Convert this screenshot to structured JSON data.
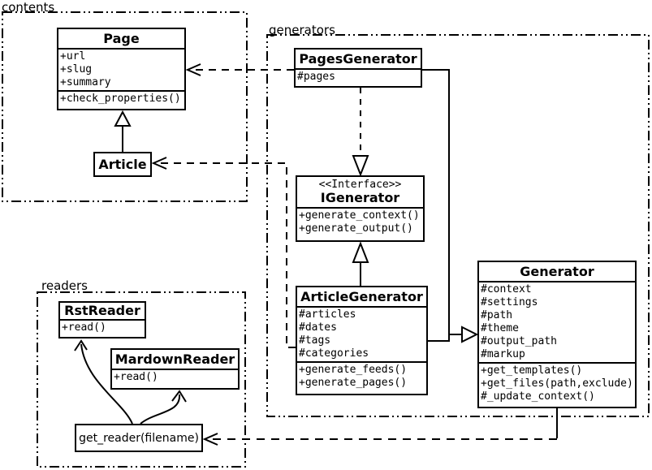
{
  "colors": {
    "line": "#000000",
    "background": "#ffffff"
  },
  "packages": {
    "contents": {
      "label": "contents"
    },
    "generators": {
      "label": "generators"
    },
    "readers": {
      "label": "readers"
    }
  },
  "classes": {
    "page": {
      "name": "Page",
      "attributes": [
        "+url",
        "+slug",
        "+summary"
      ],
      "methods": [
        "+check_properties()"
      ]
    },
    "article": {
      "name": "Article"
    },
    "pages_generator": {
      "name": "PagesGenerator",
      "attributes": [
        "#pages"
      ]
    },
    "igenerator": {
      "stereotype": "<<Interface>>",
      "name": "IGenerator",
      "methods": [
        "+generate_context()",
        "+generate_output()"
      ]
    },
    "article_generator": {
      "name": "ArticleGenerator",
      "attributes": [
        "#articles",
        "#dates",
        "#tags",
        "#categories"
      ],
      "methods": [
        "+generate_feeds()",
        "+generate_pages()"
      ]
    },
    "generator": {
      "name": "Generator",
      "attributes": [
        "#context",
        "#settings",
        "#path",
        "#theme",
        "#output_path",
        "#markup"
      ],
      "methods": [
        "+get_templates()",
        "+get_files(path,exclude)",
        "#_update_context()"
      ]
    },
    "rst_reader": {
      "name": "RstReader",
      "methods": [
        "+read()"
      ]
    },
    "mardown_reader": {
      "name": "MardownReader",
      "methods": [
        "+read()"
      ]
    },
    "get_reader": {
      "name": "get_reader(filename)"
    }
  },
  "relationships": [
    {
      "from": "Article",
      "to": "Page",
      "type": "inheritance"
    },
    {
      "from": "PagesGenerator",
      "to": "IGenerator",
      "type": "realization"
    },
    {
      "from": "ArticleGenerator",
      "to": "IGenerator",
      "type": "inheritance"
    },
    {
      "from": "PagesGenerator",
      "to": "Generator",
      "type": "inheritance"
    },
    {
      "from": "ArticleGenerator",
      "to": "Generator",
      "type": "inheritance"
    },
    {
      "from": "PagesGenerator",
      "to": "Page",
      "type": "dependency"
    },
    {
      "from": "ArticleGenerator",
      "to": "Article",
      "type": "dependency"
    },
    {
      "from": "Generator",
      "to": "get_reader(filename)",
      "type": "dependency"
    },
    {
      "from": "get_reader(filename)",
      "to": "RstReader",
      "type": "call-arrow"
    },
    {
      "from": "get_reader(filename)",
      "to": "MardownReader",
      "type": "call-arrow"
    }
  ]
}
